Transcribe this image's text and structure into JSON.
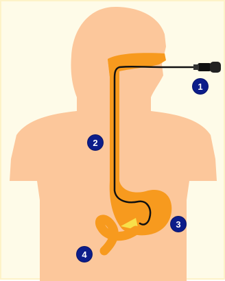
{
  "figure": {
    "markers": [
      "1",
      "2",
      "3",
      "4"
    ]
  },
  "colors": {
    "background": "#fefbe8",
    "border": "#fdf2c8",
    "body": "#fcc79b",
    "organ": "#f79a1e",
    "gallbladder": "#f8e04a",
    "endoscope": "#111111",
    "marker": "#0c1d8a"
  }
}
